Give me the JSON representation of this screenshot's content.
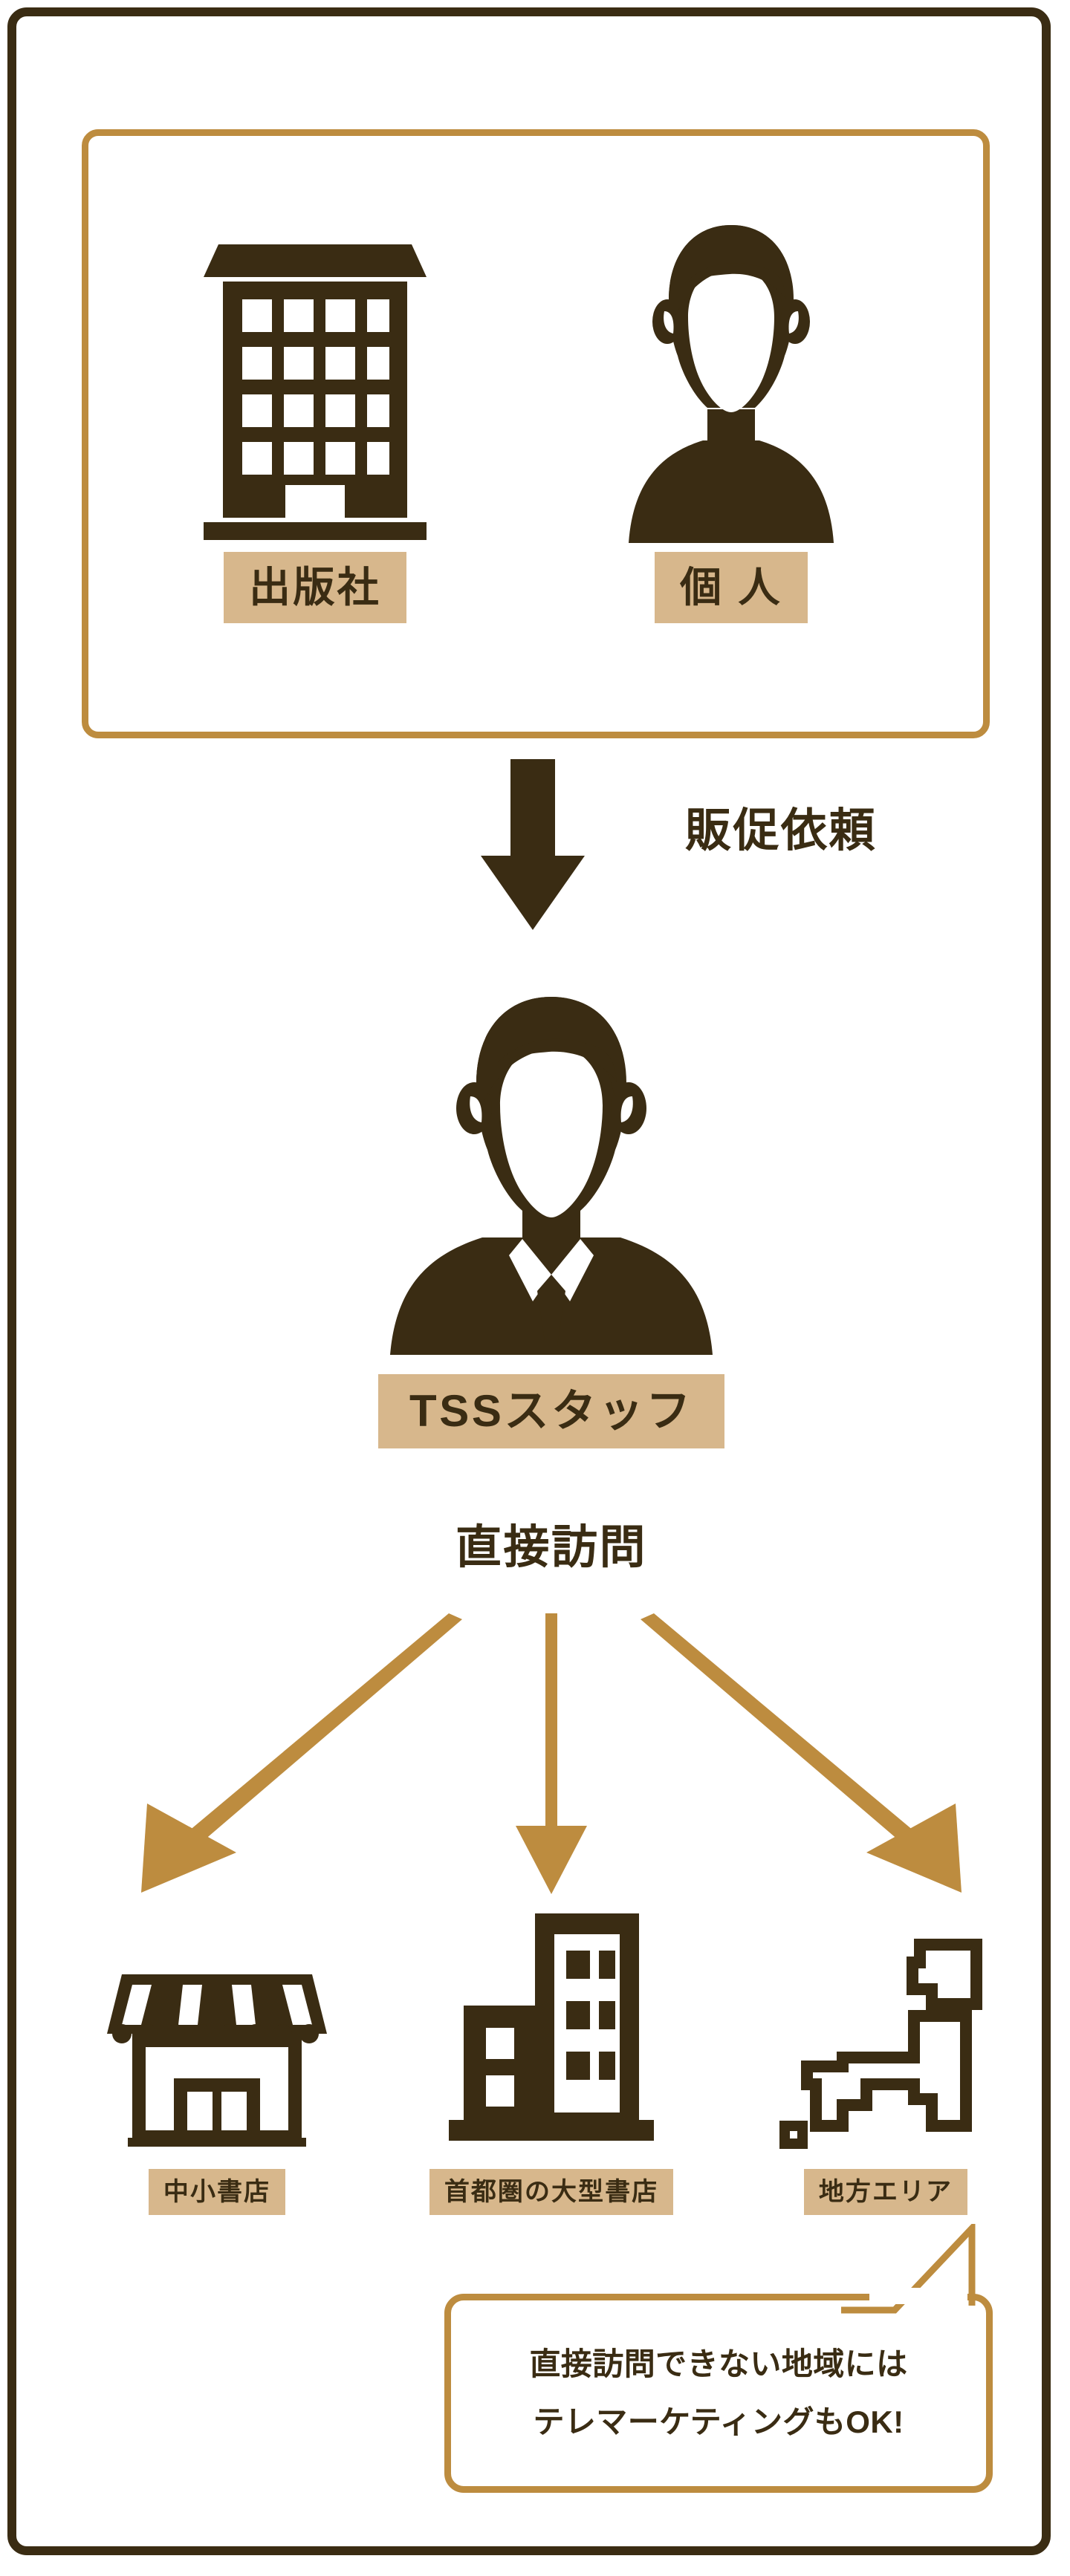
{
  "theme": {
    "dark_brown": "#3a2c13",
    "gold": "#bd8c3f",
    "chip_tan": "#d7b78c",
    "white": "#ffffff"
  },
  "sources": {
    "items": [
      {
        "icon": "office-building-icon",
        "label": "出版社"
      },
      {
        "icon": "person-silhouette-icon",
        "label": "個 人"
      }
    ]
  },
  "flow": {
    "request_label": "販促依頼",
    "visit_label": "直接訪問",
    "down_arrow_icon": "down-arrow-icon",
    "fan_arrow_icon": "diagonal-arrow-icon"
  },
  "staff": {
    "icon": "businessman-suit-icon",
    "label": "TSSスタッフ"
  },
  "destinations": {
    "items": [
      {
        "icon": "shop-storefront-icon",
        "label": "中小書店"
      },
      {
        "icon": "large-building-icon",
        "label": "首都圏の大型書店"
      },
      {
        "icon": "japan-map-icon",
        "label": "地方エリア"
      }
    ]
  },
  "callout": {
    "lines": [
      "直接訪問できない地域には",
      "テレマーケティングもOK!"
    ]
  }
}
